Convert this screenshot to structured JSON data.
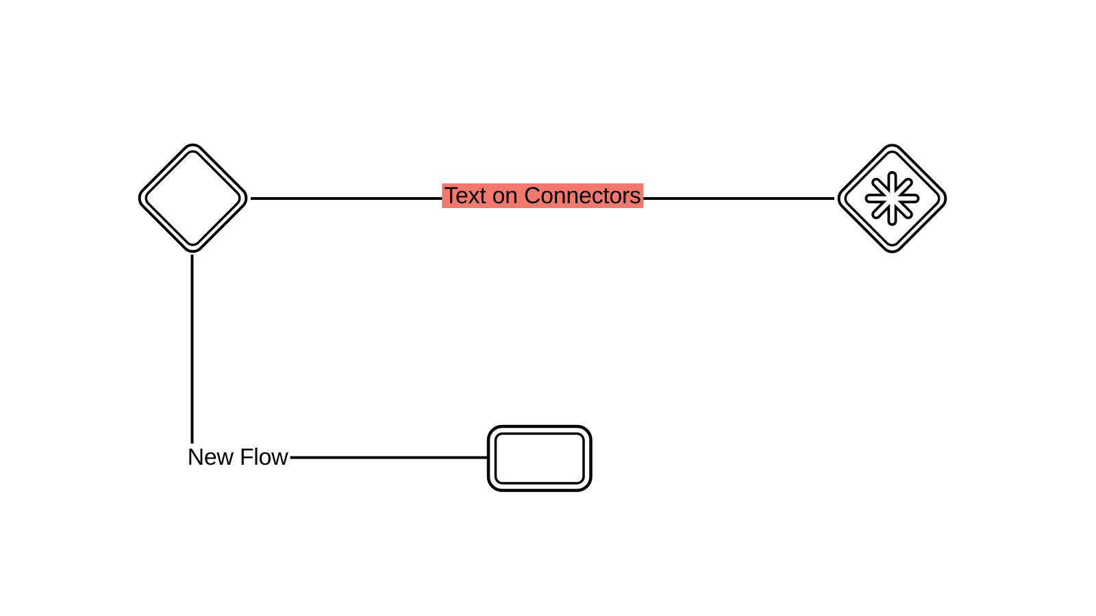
{
  "diagram": {
    "background_color": "#ffffff",
    "line_color": "#000000",
    "nodes": [
      {
        "id": "gateway-diamond",
        "shape": "rounded-diamond-double-outline",
        "label": ""
      },
      {
        "id": "complex-gateway-diamond",
        "shape": "rounded-diamond-double-outline",
        "icon": "asterisk-icon",
        "label": ""
      },
      {
        "id": "task-rectangle",
        "shape": "rounded-rectangle-double-outline",
        "label": ""
      }
    ],
    "connectors": [
      {
        "from": "gateway-diamond",
        "to": "complex-gateway-diamond",
        "style": "straight",
        "label": "Text on Connectors",
        "label_background": "#f4796c",
        "label_color": "#000000"
      },
      {
        "from": "gateway-diamond",
        "to": "task-rectangle",
        "style": "orthogonal-elbow",
        "label": "New Flow",
        "label_background": "#ffffff",
        "label_color": "#000000"
      }
    ]
  }
}
